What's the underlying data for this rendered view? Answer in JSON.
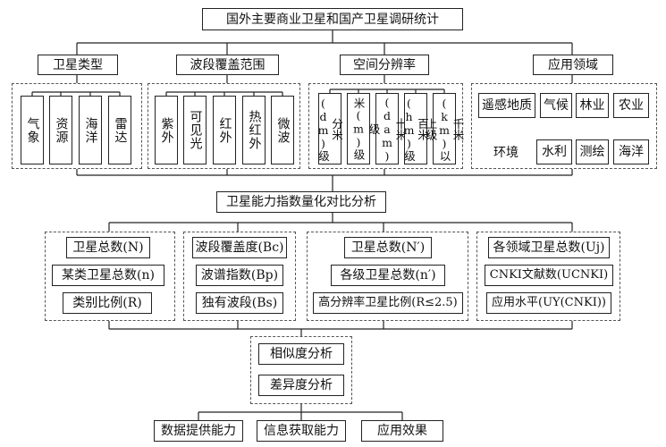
{
  "title": "国外主要商业卫星和国产卫星调研统计",
  "categories": [
    {
      "label": "卫星类型",
      "items": [
        "气象",
        "资源",
        "海洋",
        "雷达"
      ]
    },
    {
      "label": "波段覆盖范围",
      "items": [
        "紫外",
        "可见光",
        "红外",
        "热红外",
        "微波"
      ]
    },
    {
      "label": "空间分辨率",
      "items": [
        "分米(dm)级",
        "米(m)级",
        "十米(dam)级",
        "百米(hm)级",
        "千米(km)以上级"
      ]
    },
    {
      "label": "应用领域",
      "items": [
        "遥感地质",
        "气候",
        "林业",
        "农业",
        "环境",
        "水利",
        "测绘",
        "海洋"
      ]
    }
  ],
  "analysis_title": "卫星能力指数量化对比分析",
  "metric_groups": [
    [
      "卫星总数(N)",
      "某类卫星总数(n)",
      "类别比例(R)"
    ],
    [
      "波段覆盖度(Bc)",
      "波谱指数(Bp)",
      "独有波段(Bs)"
    ],
    [
      "卫星总数(N′)",
      "各级卫星总数(n′)",
      "高分辨率卫星比例(R≤2.5)"
    ],
    [
      "各领域卫星总数(Uj)",
      "CNKI文献数(UCNKI)",
      "应用水平(UY(CNKI))"
    ]
  ],
  "similarity_label": "相似度分析",
  "difference_label": "差异度分析",
  "outputs": [
    "数据提供能力",
    "信息获取能力",
    "应用效果"
  ],
  "colors": {
    "line": "#222222",
    "dashed": "#555555"
  }
}
